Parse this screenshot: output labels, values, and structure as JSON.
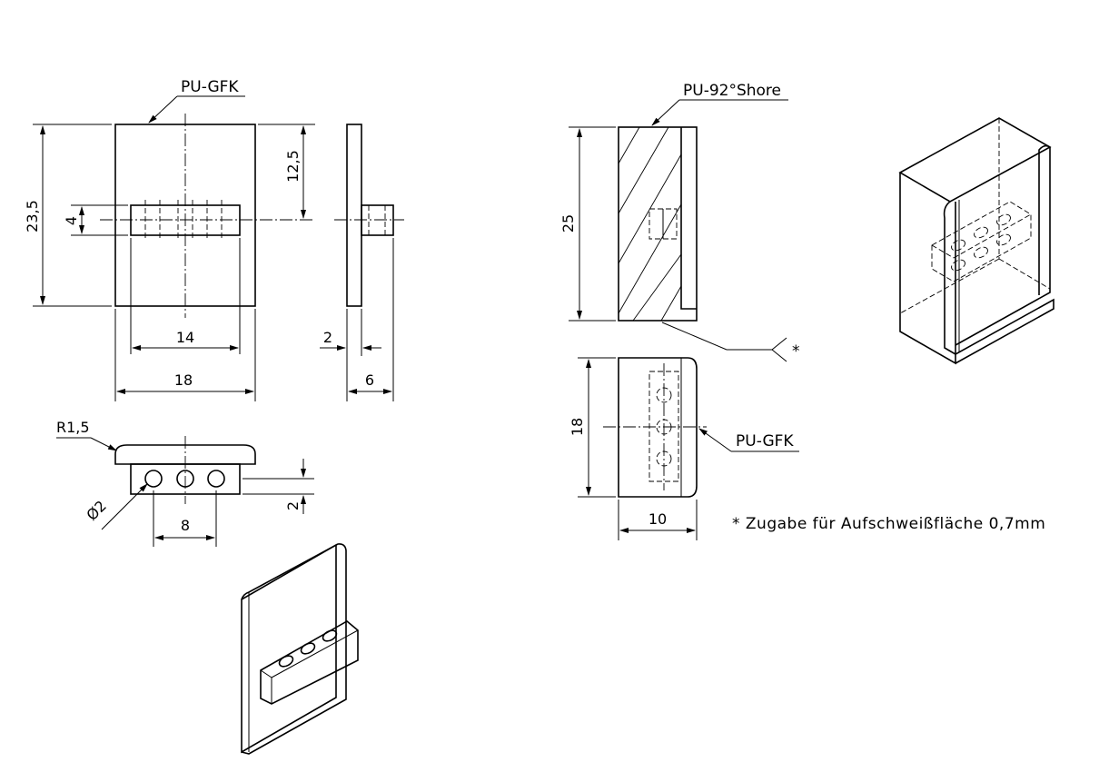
{
  "labels": {
    "material_carrier": "PU-GFK",
    "material_pad": "PU-92°Shore",
    "material_insert": "PU-GFK",
    "radius": "R1,5",
    "hole_diameter": "Ø2",
    "weld_symbol": "*"
  },
  "dimensions": {
    "height_total": "23,5",
    "height_upper": "12,5",
    "bar_height": "4",
    "bar_length": "14",
    "width": "18",
    "plate_thickness": "2",
    "depth": "6",
    "hole_pitch": "8",
    "bar_offset": "2",
    "pad_height": "25",
    "pad_width": "18",
    "pad_depth": "10"
  },
  "note": "* Zugabe für Aufschweißfläche 0,7mm"
}
